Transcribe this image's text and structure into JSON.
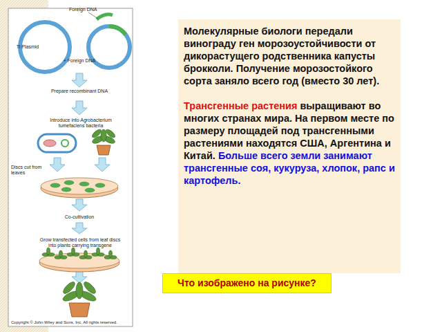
{
  "diagram": {
    "nodes": [
      {
        "text": [
          "Молекулярные биологи передали винограду ген морозоустойчивости от дикорастущего родственника капусты брокколи. Получение морозостойкого сорта заняло всего год (вместо 30 лет).",
          "Трансгенные растения",
          "выращивают во многих странах мира. На первом месте по размеру площадей под трансгенными растениями находятся США, Аргентина и Китай.",
          "Больше всего земли занимают трансгенные соя, кукуруза, хлопок, рапс и картофель."
        ]
      },
      {
        "text": [
          "Что изображено на рисунке?"
        ]
      }
    ],
    "edges": [],
    "labels": [
      "Foreign DNA",
      "Ti Plasmid",
      "+ Foreign DNA",
      "Prepare recombinant DNA",
      "Introduce into Agrobacterium tumefaciens bacteria",
      "Discs cut from leaves",
      "Co-cultivation",
      "Grow transfected cells from leaf discs into plants carrying transgene",
      "Copyright © John Wiley and Sons, Inc. All rights reserved."
    ]
  }
}
